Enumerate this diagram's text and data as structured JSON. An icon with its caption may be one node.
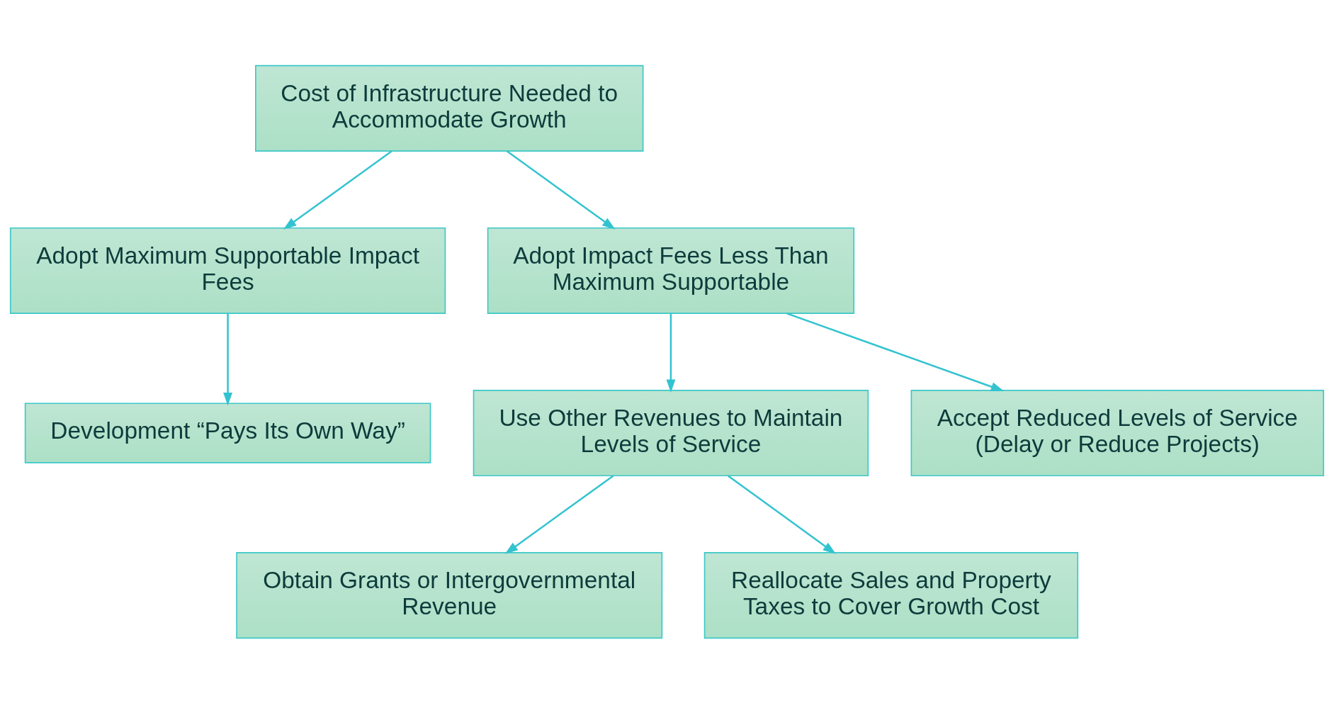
{
  "diagram": {
    "nodes": [
      {
        "text": [
          "Cost of Infrastructure Needed to Accommodate Growth"
        ]
      },
      {
        "text": [
          "Adopt Maximum Supportable Impact Fees"
        ]
      },
      {
        "text": [
          "Adopt Impact Fees Less Than Maximum Supportable"
        ]
      },
      {
        "text": [
          "Development “Pays Its Own Way”"
        ]
      },
      {
        "text": [
          "Use Other Revenues to Maintain Levels of Service"
        ]
      },
      {
        "text": [
          "Accept Reduced Levels of Service (Delay or Reduce Projects)"
        ]
      },
      {
        "text": [
          "Obtain Grants or Intergovernmental Revenue"
        ]
      },
      {
        "text": [
          "Reallocate Sales and Property Taxes to Cover Growth Cost"
        ]
      }
    ],
    "edges": [
      {
        "from": 0,
        "to": 1,
        "arrow": "to"
      },
      {
        "from": 0,
        "to": 2,
        "arrow": "to"
      },
      {
        "from": 1,
        "to": 3,
        "arrow": "to"
      },
      {
        "from": 2,
        "to": 4,
        "arrow": "to"
      },
      {
        "from": 2,
        "to": 5,
        "arrow": "to"
      },
      {
        "from": 4,
        "to": 6,
        "arrow": "to"
      },
      {
        "from": 4,
        "to": 7,
        "arrow": "to"
      }
    ]
  }
}
